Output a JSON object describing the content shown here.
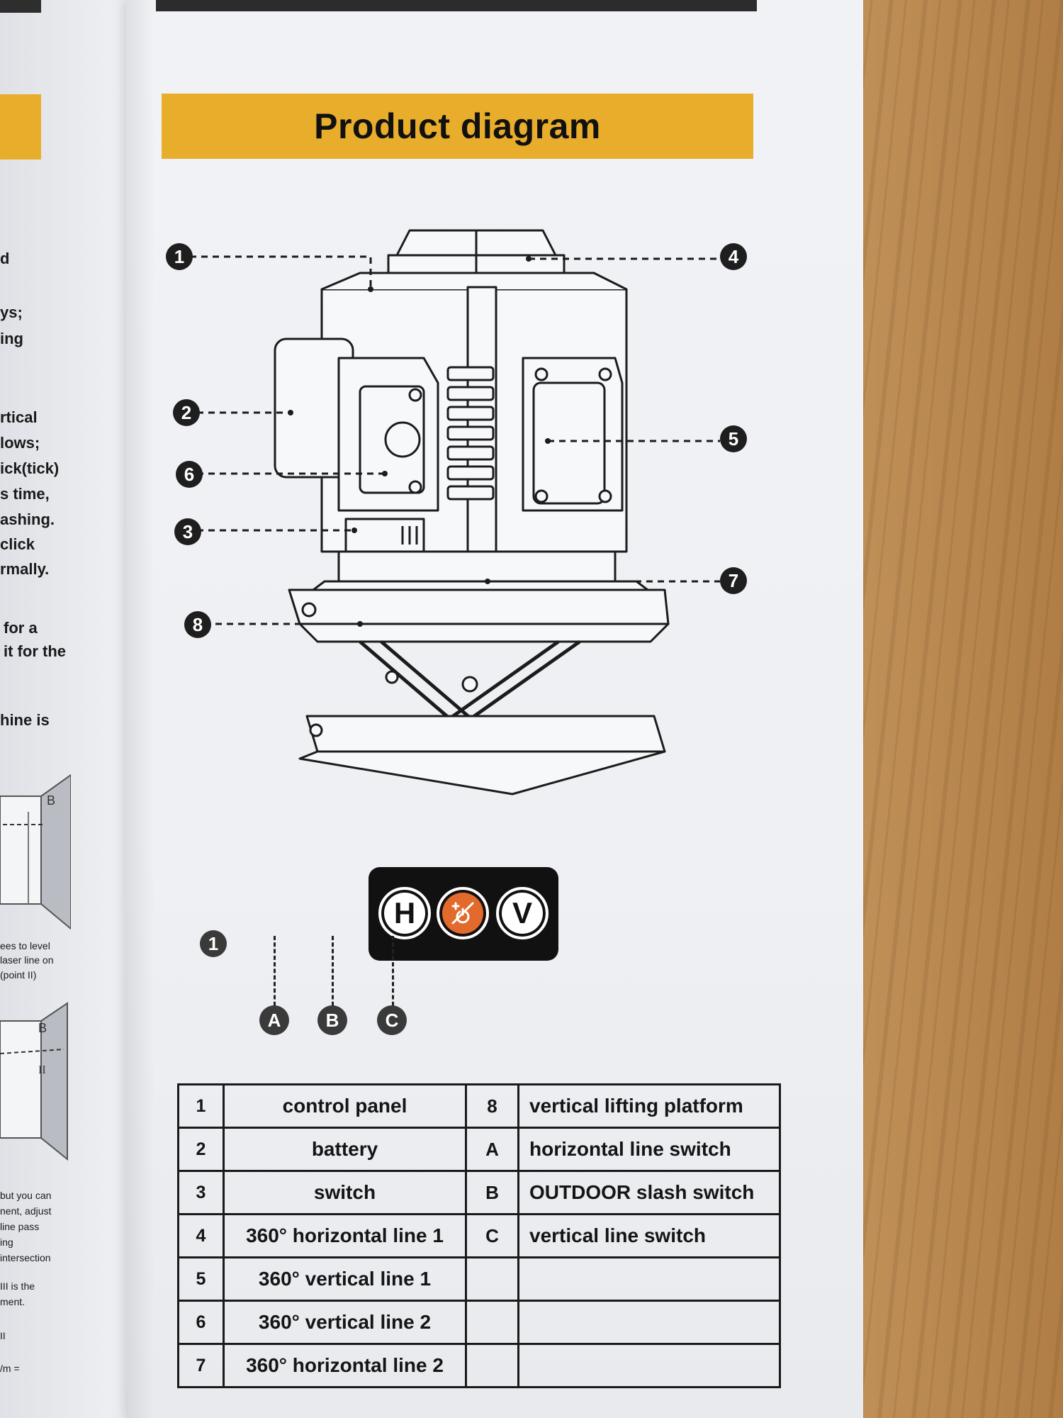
{
  "left_page": {
    "fragments": [
      "d",
      "ys;",
      "ing",
      "rtical",
      "lows;",
      "ick(tick)",
      "s time,",
      "ashing.",
      "click",
      "rmally.",
      "for a",
      "it for the",
      "hine is"
    ],
    "small_fragments": [
      "ees to level",
      "laser line on",
      "(point II)",
      "but you can",
      "nent, adjust",
      "line pass",
      "ing",
      "intersection",
      "III is the",
      "ment.",
      "II",
      "/m ="
    ],
    "figure_labels": [
      "B",
      "B",
      "II"
    ]
  },
  "page": {
    "title": "Product diagram",
    "callouts": [
      "1",
      "2",
      "3",
      "4",
      "5",
      "6",
      "7",
      "8"
    ],
    "control_panel": {
      "callout": "1",
      "buttons": [
        {
          "label": "H",
          "ref": "A"
        },
        {
          "label": "",
          "ref": "B",
          "icon": "laser-power-icon"
        },
        {
          "label": "V",
          "ref": "C"
        }
      ]
    },
    "parts_table": [
      {
        "n": "1",
        "name": "control panel",
        "code": "8",
        "desc": "vertical lifting platform"
      },
      {
        "n": "2",
        "name": "battery",
        "code": "A",
        "desc": "horizontal line switch"
      },
      {
        "n": "3",
        "name": "switch",
        "code": "B",
        "desc": "OUTDOOR slash switch"
      },
      {
        "n": "4",
        "name": "360° horizontal line 1",
        "code": "C",
        "desc": "vertical line switch"
      },
      {
        "n": "5",
        "name": "360° vertical line 1",
        "code": "",
        "desc": ""
      },
      {
        "n": "6",
        "name": "360° vertical line 2",
        "code": "",
        "desc": ""
      },
      {
        "n": "7",
        "name": "360° horizontal line 2",
        "code": "",
        "desc": ""
      }
    ]
  },
  "colors": {
    "accent_yellow": "#e9ad2c",
    "button_orange": "#e26a2c",
    "ink": "#1a1a1a"
  }
}
